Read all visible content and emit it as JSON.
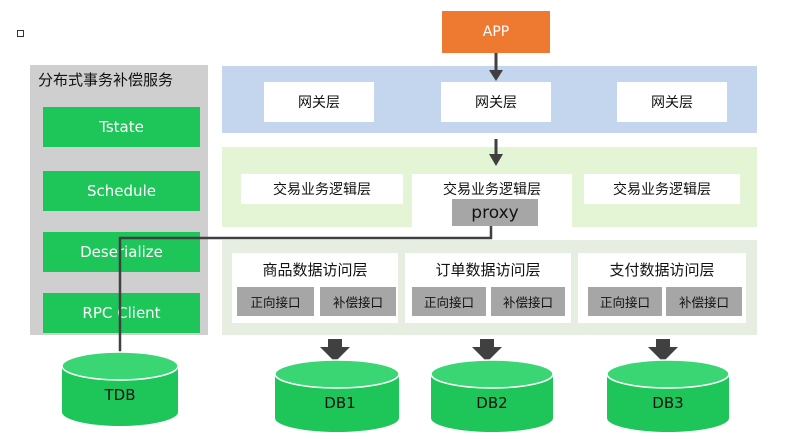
{
  "app": {
    "label": "APP"
  },
  "left_panel": {
    "title": "分布式事务补偿服务",
    "items": [
      "Tstate",
      "Schedule",
      "Deserialize",
      "RPC Client"
    ]
  },
  "gateway_layer": {
    "boxes": [
      "网关层",
      "网关层",
      "网关层"
    ]
  },
  "business_layer": {
    "boxes": [
      "交易业务逻辑层",
      "交易业务逻辑层",
      "交易业务逻辑层"
    ],
    "proxy": "proxy"
  },
  "data_layer": {
    "groups": [
      {
        "title": "商品数据访问层",
        "forward": "正向接口",
        "compensate": "补偿接口"
      },
      {
        "title": "订单数据访问层",
        "forward": "正向接口",
        "compensate": "补偿接口"
      },
      {
        "title": "支付数据访问层",
        "forward": "正向接口",
        "compensate": "补偿接口"
      }
    ]
  },
  "databases": [
    "TDB",
    "DB1",
    "DB2",
    "DB3"
  ],
  "colors": {
    "app": "#ee7a32",
    "green": "#1ec65a",
    "gateway_band": "#c3d6ee",
    "business_band": "#e3f5d4",
    "data_band": "#e6ede1",
    "grey_box": "#a6a6a6",
    "left_panel": "#cfcfcf",
    "arrow": "#404040"
  }
}
